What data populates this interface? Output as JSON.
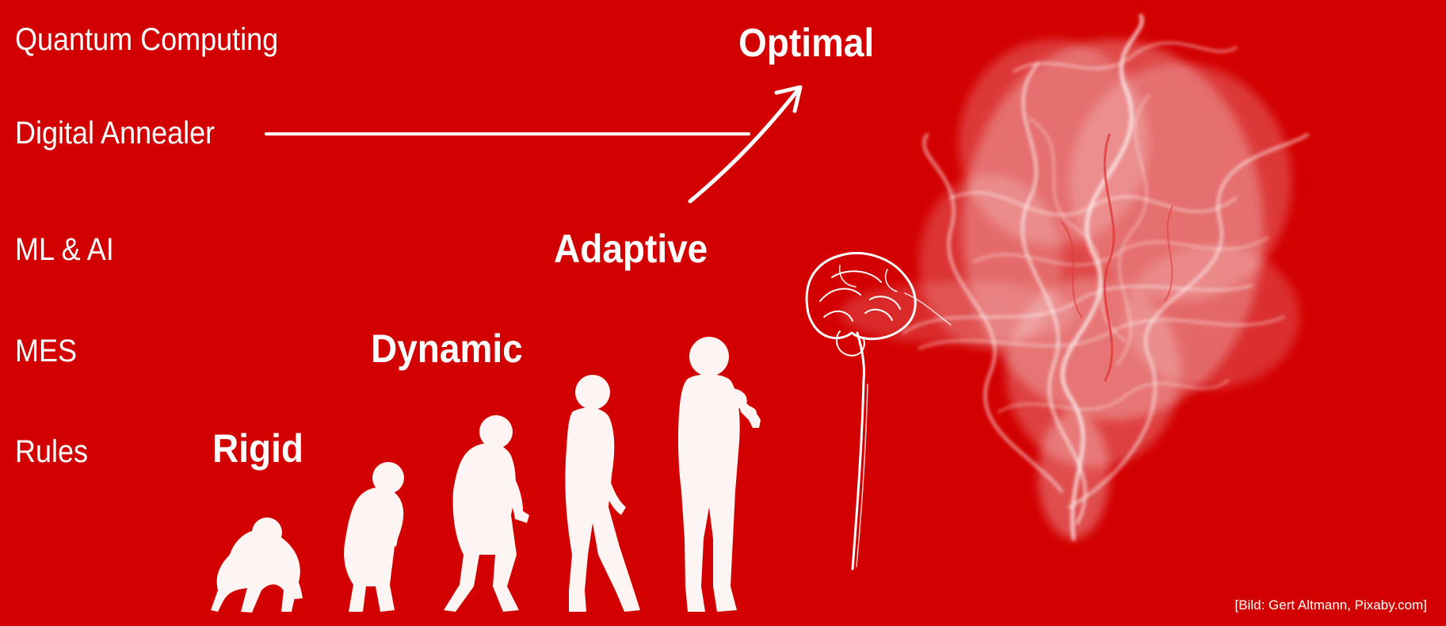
{
  "slide": {
    "background_color": "#d30000",
    "foreground_color": "#ffffff"
  },
  "technology_labels": [
    {
      "label": "Quantum Computing"
    },
    {
      "label": "Digital Annealer"
    },
    {
      "label": "ML & AI"
    },
    {
      "label": "MES"
    },
    {
      "label": "Rules"
    }
  ],
  "stage_labels": [
    {
      "label": "Rigid"
    },
    {
      "label": "Dynamic"
    },
    {
      "label": "Adaptive"
    },
    {
      "label": "Optimal"
    }
  ],
  "illustrations": {
    "evolution": "evolution-silhouettes",
    "brain": "brain-spine-drawing",
    "smoke": "white-smoke-cloud"
  },
  "credit": "[Bild: Gert Altmann, Pixaby.com]"
}
